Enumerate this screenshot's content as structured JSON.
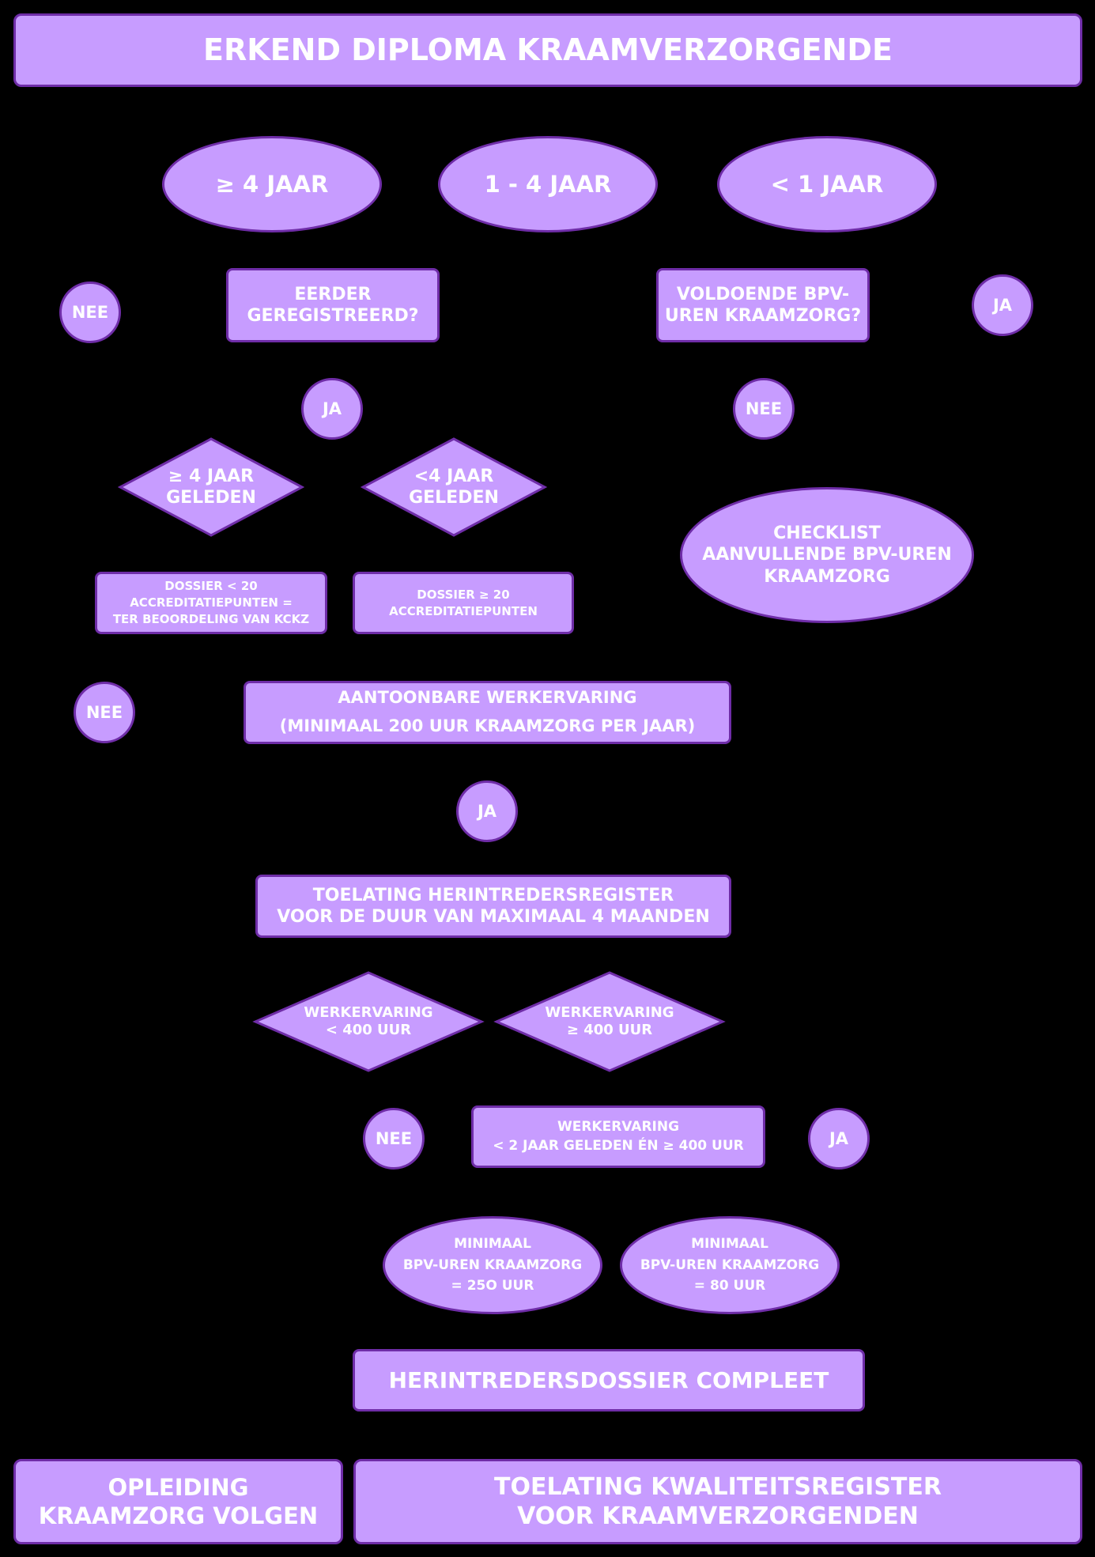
{
  "title": "ERKEND DIPLOMA KRAAMVERZORGENDE",
  "durations": {
    "ge4": "≥ 4 JAAR",
    "between": "1 - 4 JAAR",
    "lt1": "< 1 JAAR"
  },
  "questions": {
    "registered": "EERDER\nGEREGISTREERD?",
    "bpv_hours": "VOLDOENDE BPV-\nUREN KRAAMZORG?"
  },
  "answers": {
    "nee": "NEE",
    "ja": "JA"
  },
  "registered_branch": {
    "ge4_ago": "≥ 4 JAAR\nGELEDEN",
    "lt4_ago": "<4 JAAR\nGELEDEN",
    "dossier_lt20": "DOSSIER < 20\nACCREDITATIEPUNTEN =\nTER BEOORDELING VAN KCKZ",
    "dossier_ge20": "DOSSIER ≥ 20\nACCREDITATIEPUNTEN"
  },
  "checklist": "CHECKLIST\nAANVULLENDE BPV-UREN\nKRAAMZORG",
  "work_experience": "AANTOONBARE WERKERVARING\n(MINIMAAL 200 UUR KRAAMZORG PER JAAR)",
  "admission_reentry": "TOELATING HERINTREDERSREGISTER\nVOOR DE DUUR VAN MAXIMAAL 4 MAANDEN",
  "experience_split": {
    "lt400": "WERKERVARING\n< 400 UUR",
    "ge400": "WERKERVARING\n≥ 400 UUR",
    "recent": "WERKERVARING\n< 2 JAAR GELEDEN ÉN ≥ 400 UUR"
  },
  "minimums": {
    "h250": "MINIMAAL\nBPV-UREN KRAAMZORG\n= 25O UUR",
    "h80": "MINIMAAL\nBPV-UREN KRAAMZORG\n= 80 UUR"
  },
  "dossier_complete": "HERINTREDERSDOSSIER COMPLEET",
  "outcomes": {
    "training": "OPLEIDING\nKRAAMZORG VOLGEN",
    "quality_register": "TOELATING KWALITEITSREGISTER\nVOOR KRAAMVERZORGENDEN"
  },
  "colors": {
    "fill": "#c79cff",
    "stroke": "#6f2da8",
    "text": "#ffffff",
    "background": "#000000"
  }
}
